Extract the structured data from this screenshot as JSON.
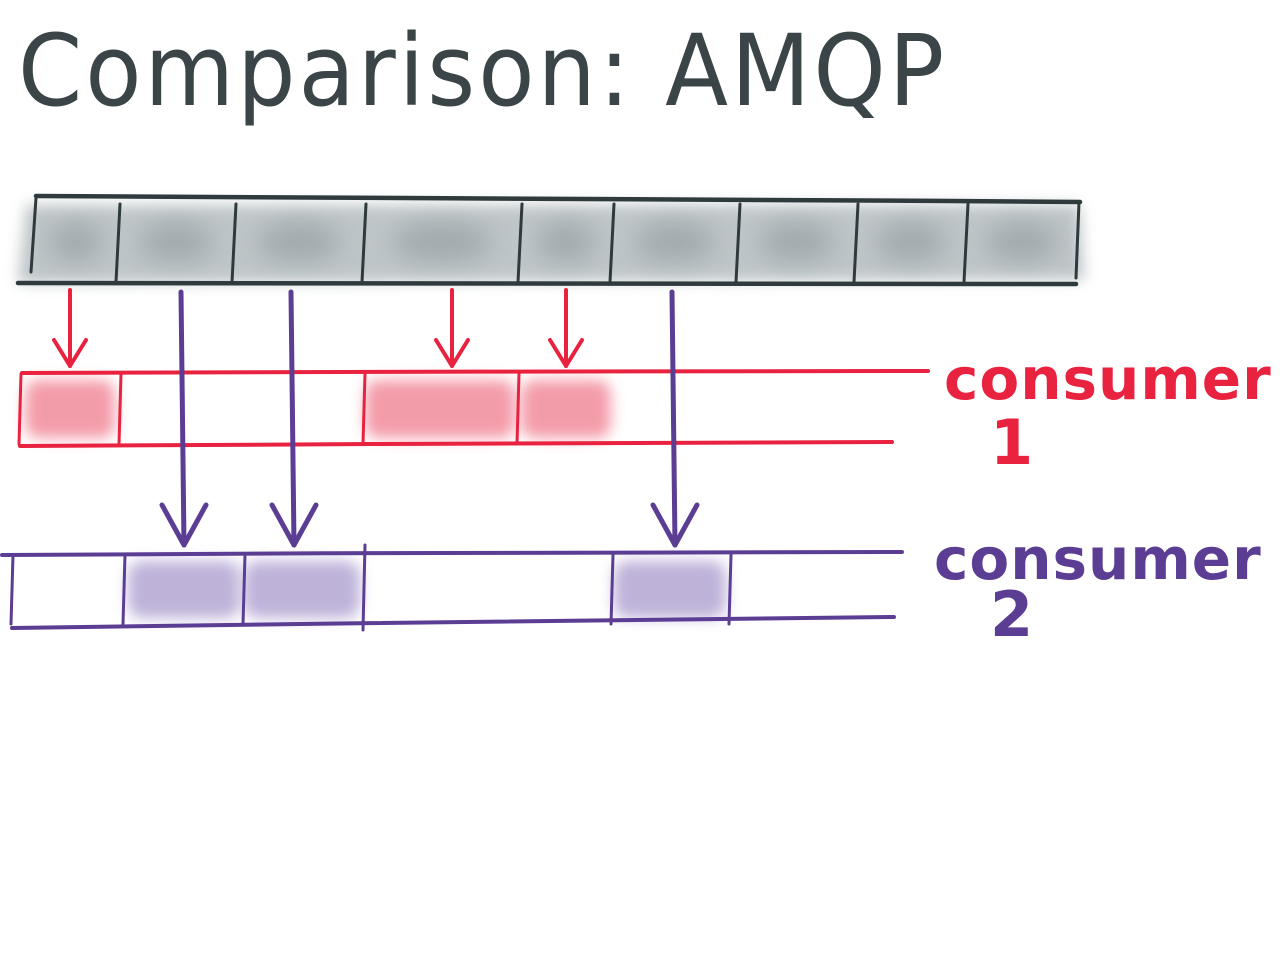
{
  "title": "Comparison: AMQP",
  "colors": {
    "ink": "#3b4446",
    "queue_fill": "#a9b2b6",
    "consumer1": "#e8223f",
    "consumer1_fill": "#f28b9b",
    "consumer2": "#5b3d94",
    "consumer2_fill": "#b3a5d3"
  },
  "queue": {
    "message_count": 9
  },
  "consumers": [
    {
      "label_word": "consumer",
      "label_number": "1",
      "color_key": "consumer1",
      "received_messages": [
        1,
        4,
        5
      ],
      "filled_slots": [
        1,
        3,
        4
      ]
    },
    {
      "label_word": "consumer",
      "label_number": "2",
      "color_key": "consumer2",
      "received_messages": [
        2,
        3,
        6
      ],
      "filled_slots": [
        2,
        3,
        5
      ]
    }
  ]
}
